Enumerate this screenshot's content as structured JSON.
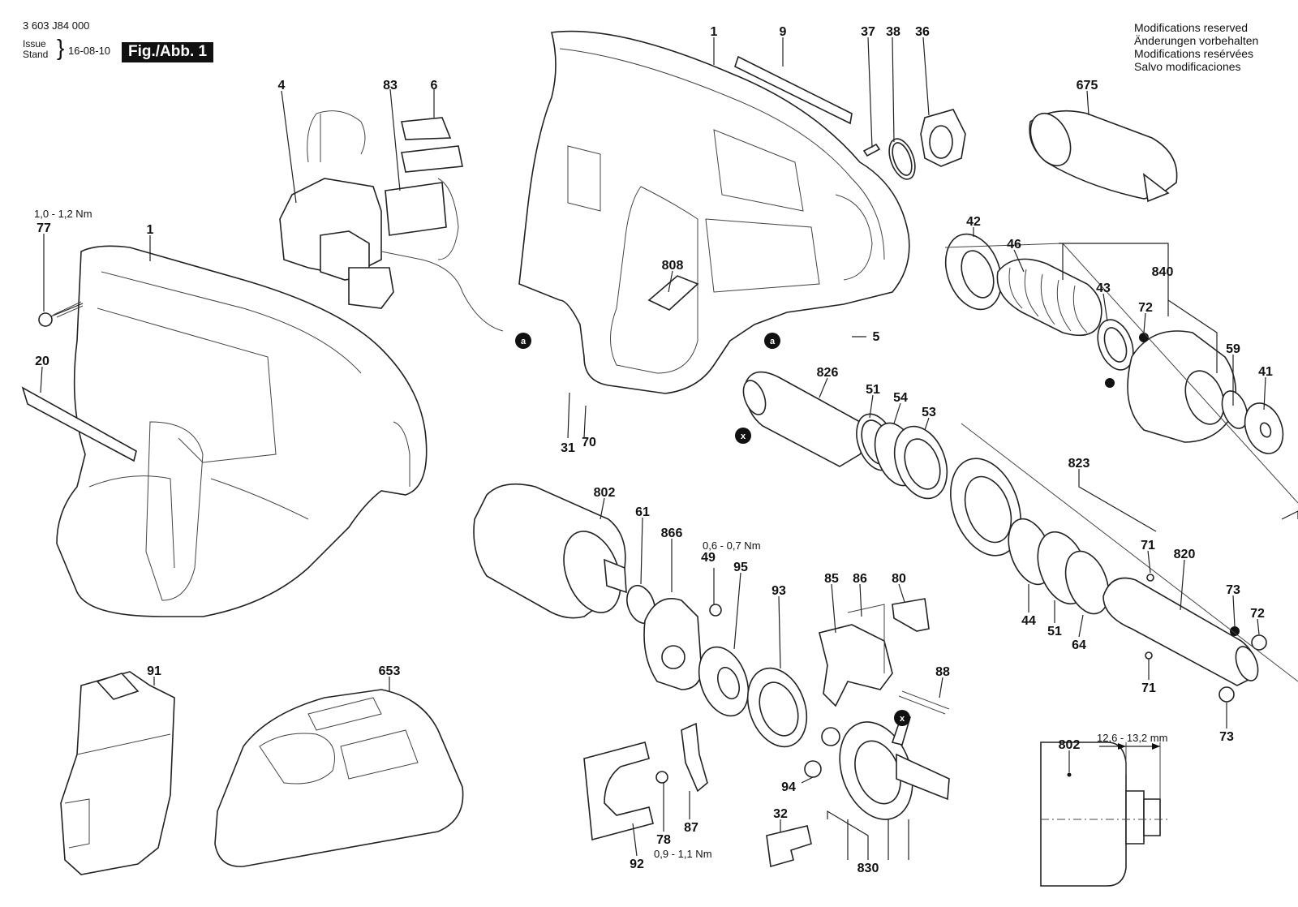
{
  "header": {
    "doc_number": "3 603 J84 000",
    "issue_label": "Issue",
    "stand_label": "Stand",
    "issue_date": "16-08-10",
    "figure_label": "Fig./Abb. 1"
  },
  "modifications": [
    "Modifications reserved",
    "Änderungen vorbehalten",
    "Modifications resérvées",
    "Salvo modificaciones"
  ],
  "part_labels": {
    "p1a": "1",
    "p1b": "1",
    "p9": "9",
    "p37": "37",
    "p38": "38",
    "p36": "36",
    "p4": "4",
    "p83": "83",
    "p6": "6",
    "p675": "675",
    "p77": "77",
    "p20": "20",
    "p808": "808",
    "p5": "5",
    "p42": "42",
    "p46": "46",
    "p840": "840",
    "p43": "43",
    "p72a": "72",
    "p59": "59",
    "p41": "41",
    "p826": "826",
    "p51a": "51",
    "p54": "54",
    "p53": "53",
    "p31": "31",
    "p70": "70",
    "p802a": "802",
    "p61": "61",
    "p866": "866",
    "p49": "49",
    "p95": "95",
    "p93": "93",
    "p85": "85",
    "p86": "86",
    "p80": "80",
    "p88": "88",
    "p823": "823",
    "p71a": "71",
    "p820": "820",
    "p73a": "73",
    "p72b": "72",
    "p44": "44",
    "p51b": "51",
    "p64": "64",
    "p71b": "71",
    "p73b": "73",
    "p91": "91",
    "p653": "653",
    "p94": "94",
    "p92": "92",
    "p78": "78",
    "p87": "87",
    "p32": "32",
    "p830": "830",
    "p802b": "802"
  },
  "torques": {
    "t77": "1,0 - 1,2 Nm",
    "t49": "0,6 - 0,7 Nm",
    "t78": "0,9 - 1,1 Nm"
  },
  "dimension": "12,6 - 13,2 mm",
  "markers": {
    "a": "a",
    "x": "x"
  }
}
